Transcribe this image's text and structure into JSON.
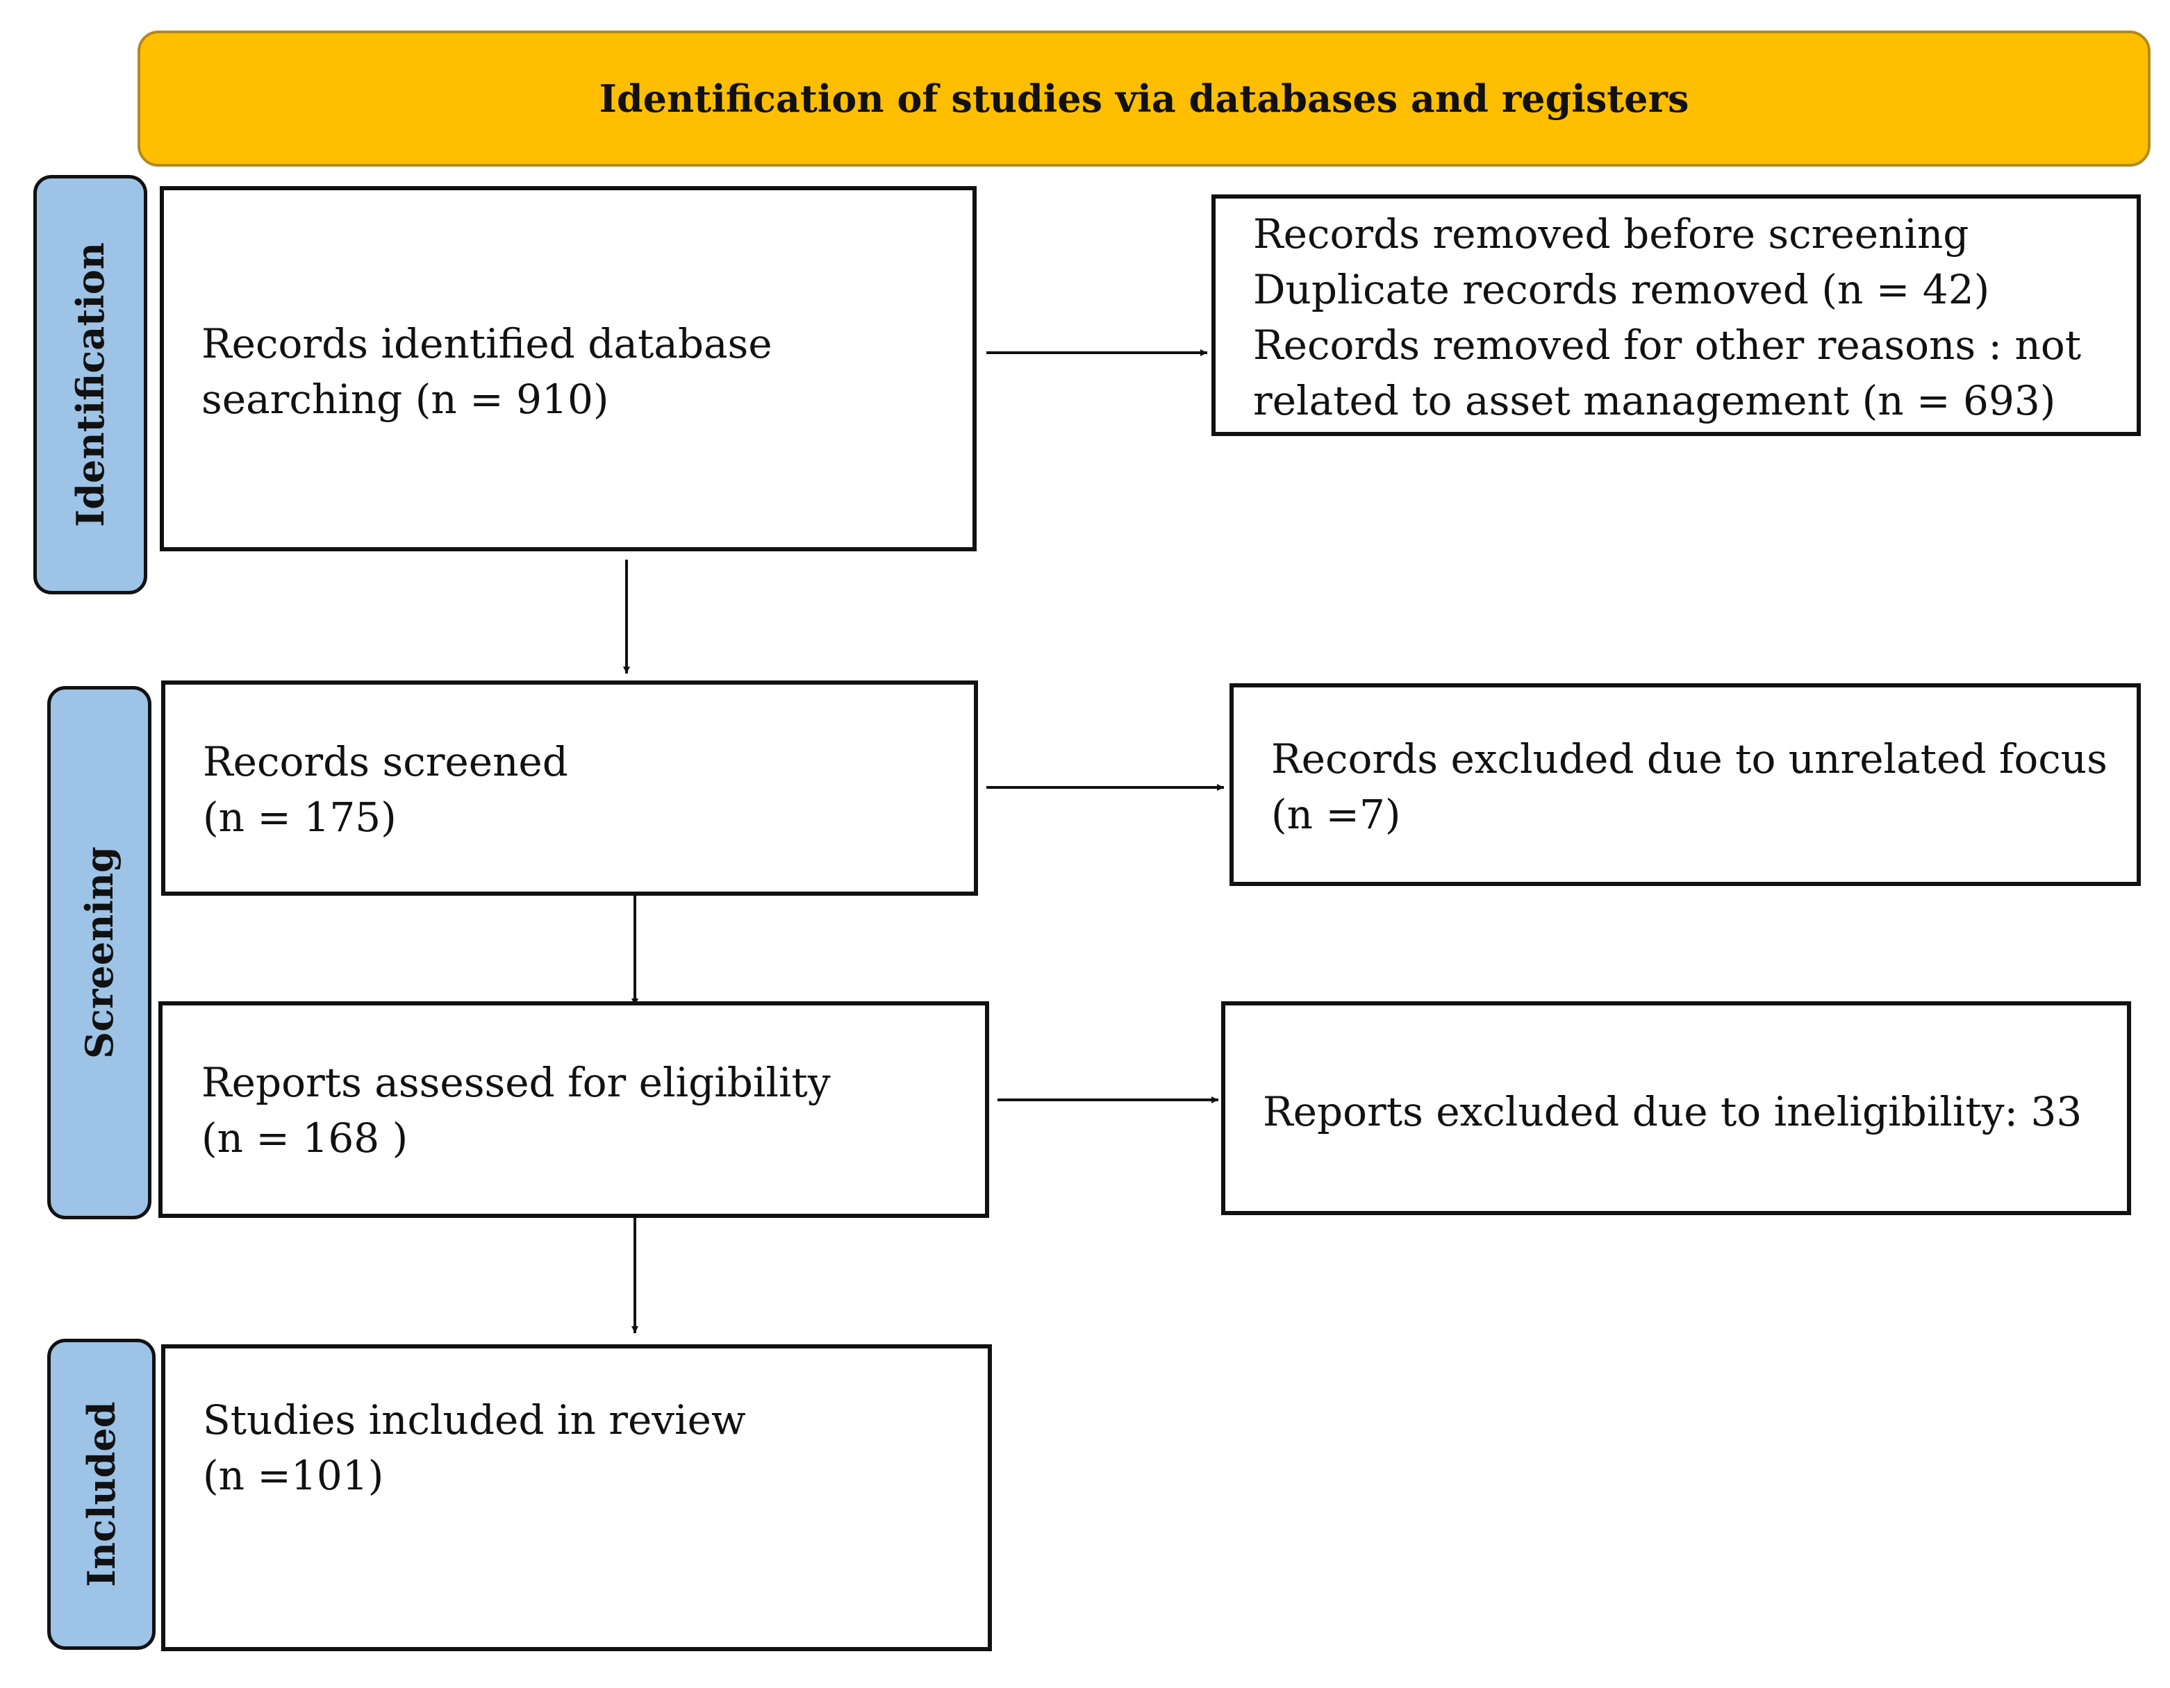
{
  "header": {
    "title": "Identification of studies via databases and registers"
  },
  "stages": {
    "identification": "Identification",
    "screening": "Screening",
    "included": "Included"
  },
  "boxes": {
    "records_identified": {
      "lines": [
        "Records identified database",
        "searching  (n = 910)"
      ]
    },
    "records_removed": {
      "lines": [
        "Records removed before screening",
        "Duplicate records removed  (n = 42)",
        "Records removed for other reasons : not",
        "related to asset management (n = 693)"
      ]
    },
    "records_screened": {
      "lines": [
        "Records screened",
        "(n = 175)"
      ]
    },
    "records_excluded": {
      "lines": [
        "Records excluded due to unrelated focus",
        "(n =7)"
      ]
    },
    "reports_assessed": {
      "lines": [
        "Reports assessed for eligibility",
        "(n = 168 )"
      ]
    },
    "reports_excluded": {
      "lines": [
        "Reports excluded due to ineligibility: 33"
      ]
    },
    "studies_included": {
      "lines": [
        "Studies included in review",
        "(n =101)"
      ]
    }
  },
  "colors": {
    "banner": "#ffbf00",
    "stage_label": "#9dc3e6",
    "border": "#111111"
  }
}
